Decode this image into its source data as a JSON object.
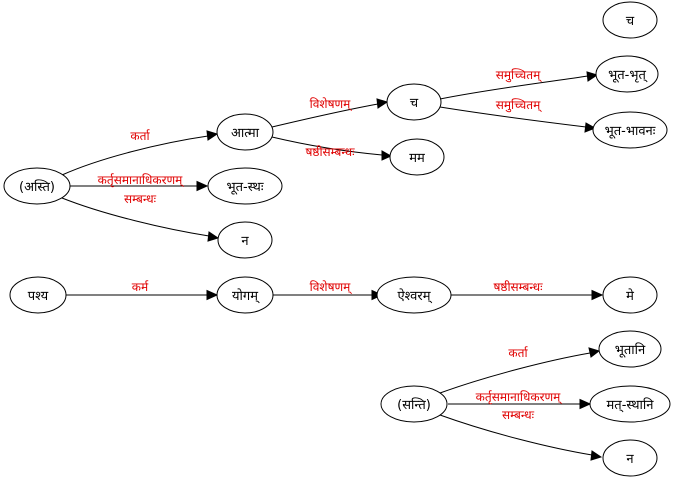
{
  "colors": {
    "edge_label": "#e00000",
    "node_stroke": "#000000",
    "background": "#ffffff"
  },
  "nodes": {
    "asti": "(अस्ति)",
    "atma": "आत्मा",
    "ca1": "च",
    "bhutabhrt": "भूत-भृत्",
    "bhutabhavana": "भूत-भावनः",
    "mama": "मम",
    "bhutastha": "भूत-स्थः",
    "na1": "न",
    "ca2": "च",
    "pashya": "पश्य",
    "yogam": "योगम्",
    "aishvaram": "ऐश्वरम्",
    "me": "मे",
    "santi": "(सन्ति)",
    "bhutani": "भूतानि",
    "matsthani": "मत्-स्थानि",
    "na2": "न"
  },
  "edges": {
    "asti_atma": "कर्ता",
    "atma_ca": "विशेषणम्",
    "ca_bhutabhrt": "समुच्चितम्",
    "ca_bhutabhavana": "समुच्चितम्",
    "atma_mama": "षष्ठीसम्बन्धः",
    "asti_bhutastha": "कर्तृसमानाधिकरणम्",
    "asti_na": "सम्बन्धः",
    "pashya_yogam": "कर्म",
    "yogam_aishvaram": "विशेषणम्",
    "aishvaram_me": "षष्ठीसम्बन्धः",
    "santi_bhutani": "कर्ता",
    "santi_matsthani": "कर्तृसमानाधिकरणम्",
    "santi_na": "सम्बन्धः"
  }
}
